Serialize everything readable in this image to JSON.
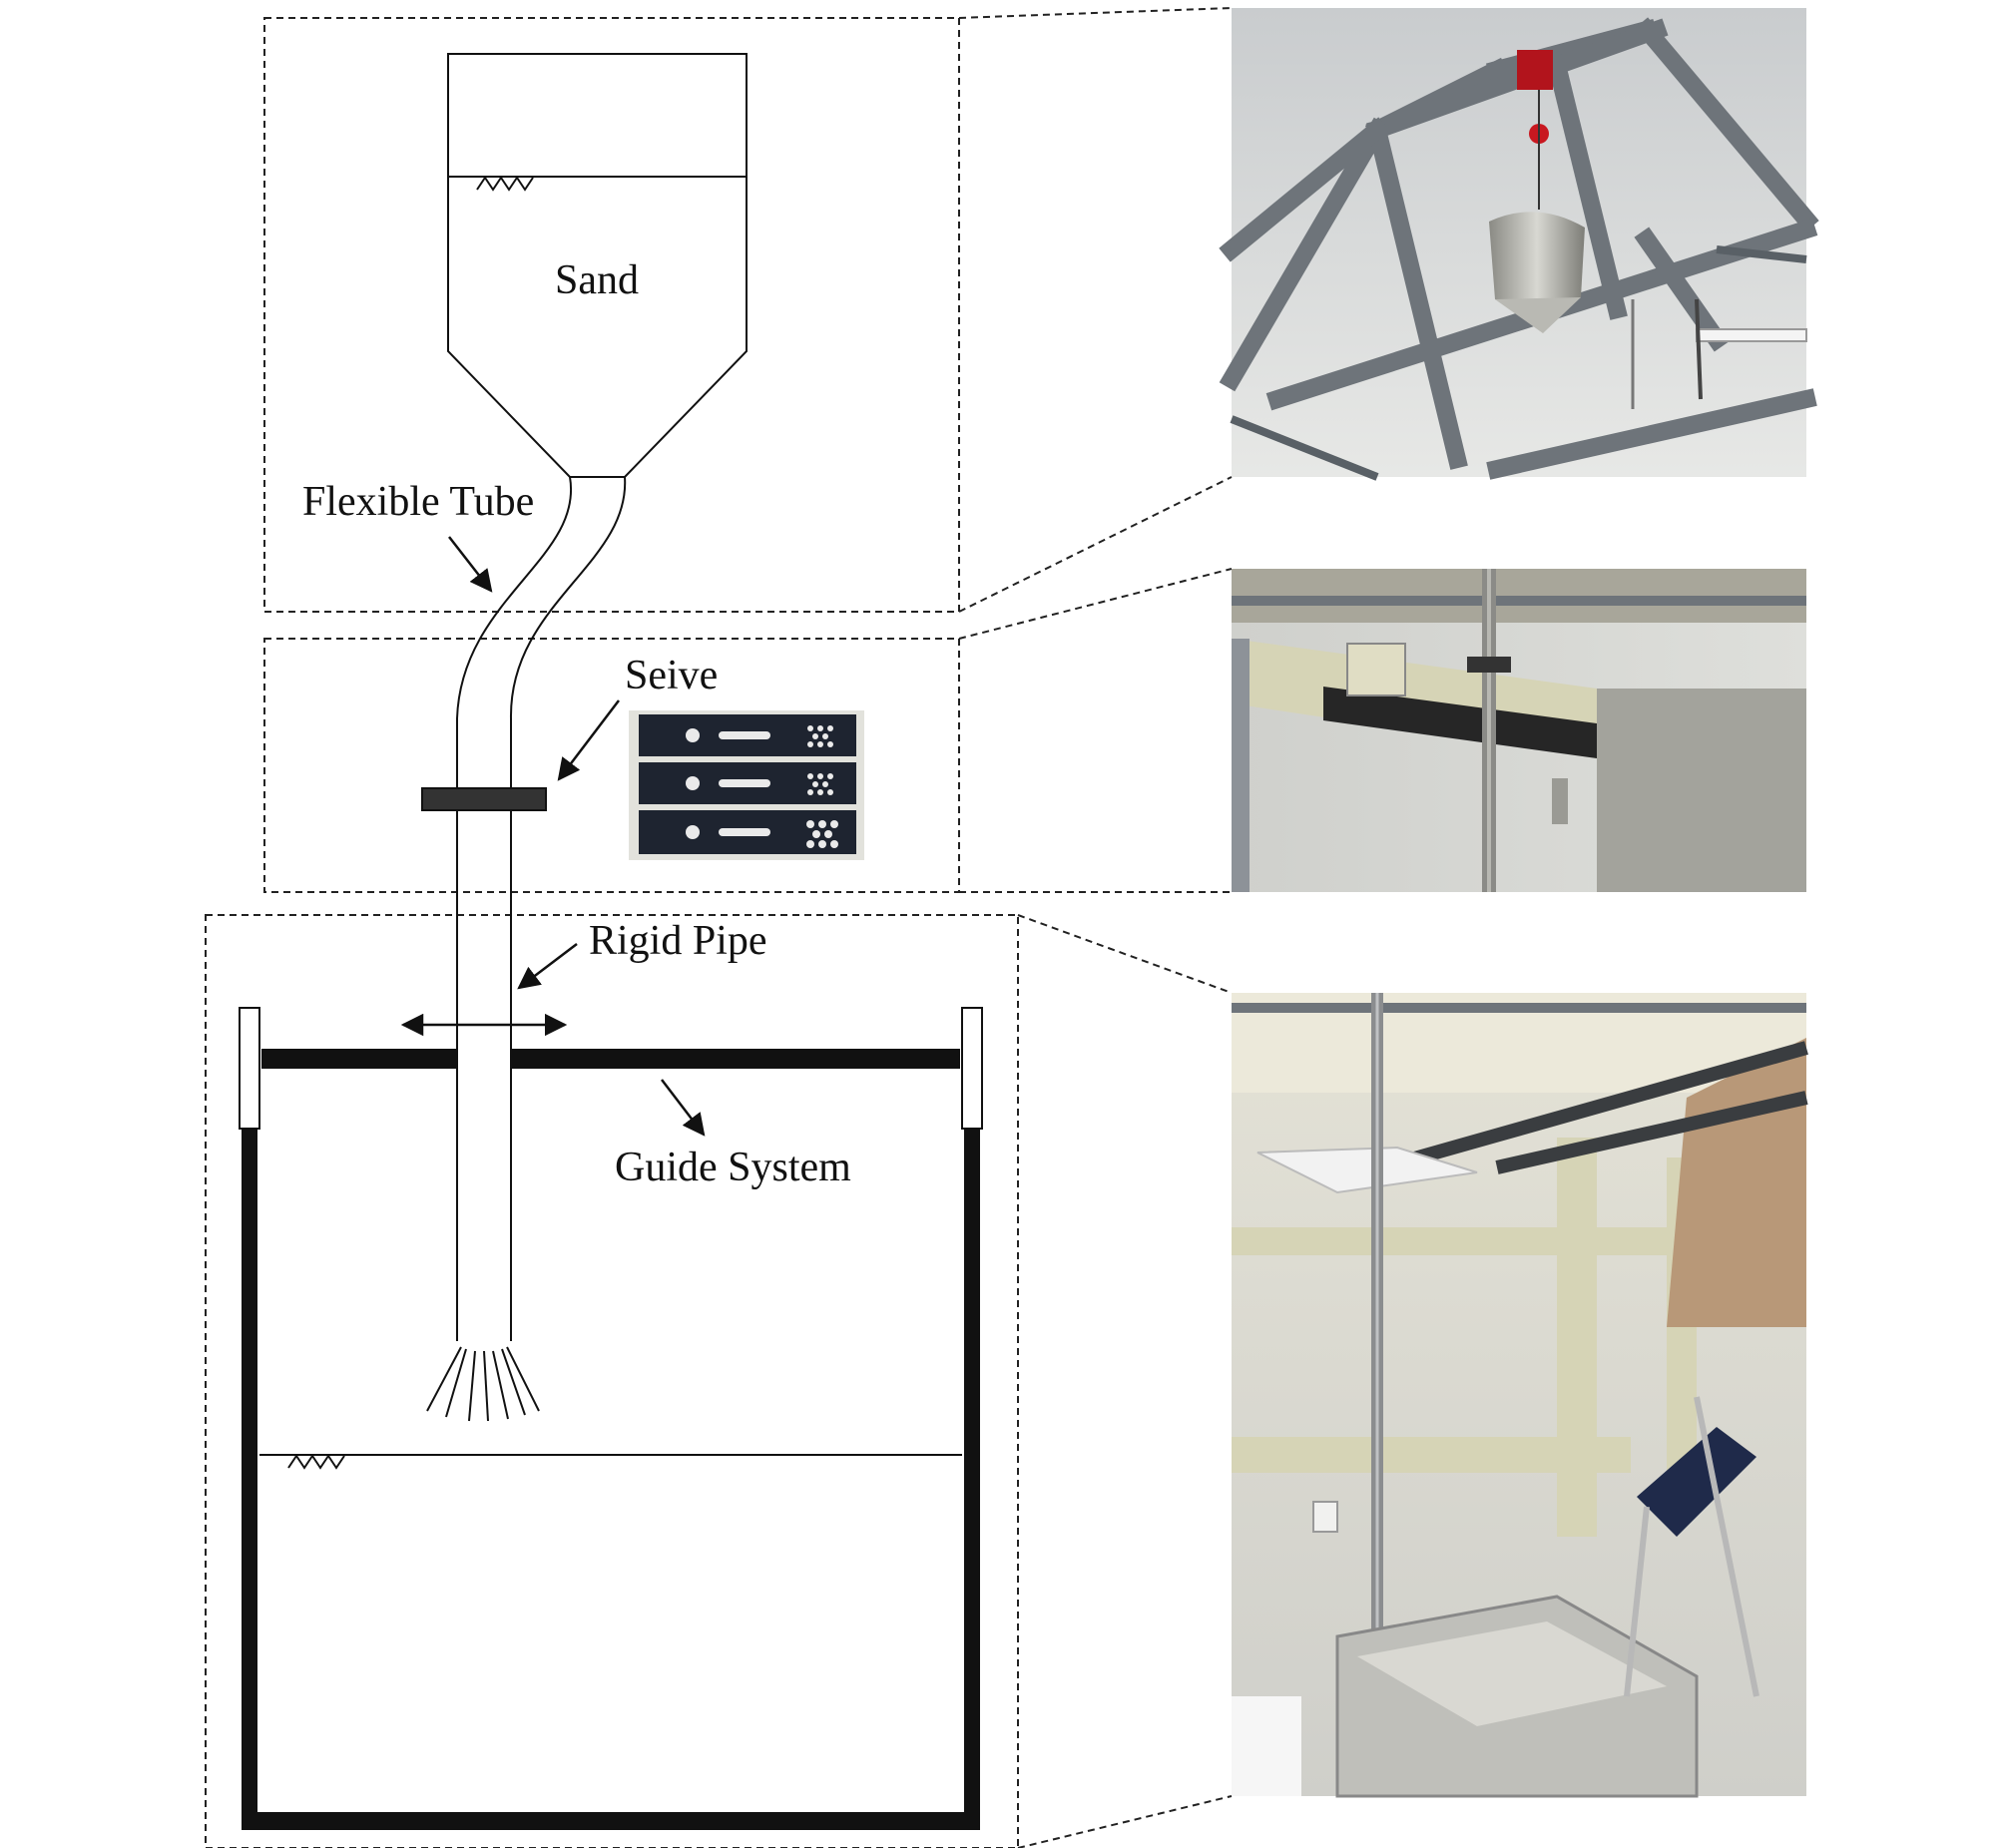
{
  "labels": {
    "sand": "Sand",
    "flexible_tube": "Flexible Tube",
    "seive": "Seive",
    "rigid_pipe": "Rigid Pipe",
    "guide_system": "Guide System"
  },
  "photos": {
    "top": "photo-hopper-on-ceiling-frame",
    "middle": "photo-seive-on-rail",
    "bottom": "photo-rigid-pipe-and-sand-box"
  },
  "colors": {
    "line": "#111111",
    "photo_wall": "#d9d9d6",
    "photo_frame": "#6e747a",
    "photo_rail": "#d6d4b6",
    "seive_plate": "#1e2430"
  }
}
